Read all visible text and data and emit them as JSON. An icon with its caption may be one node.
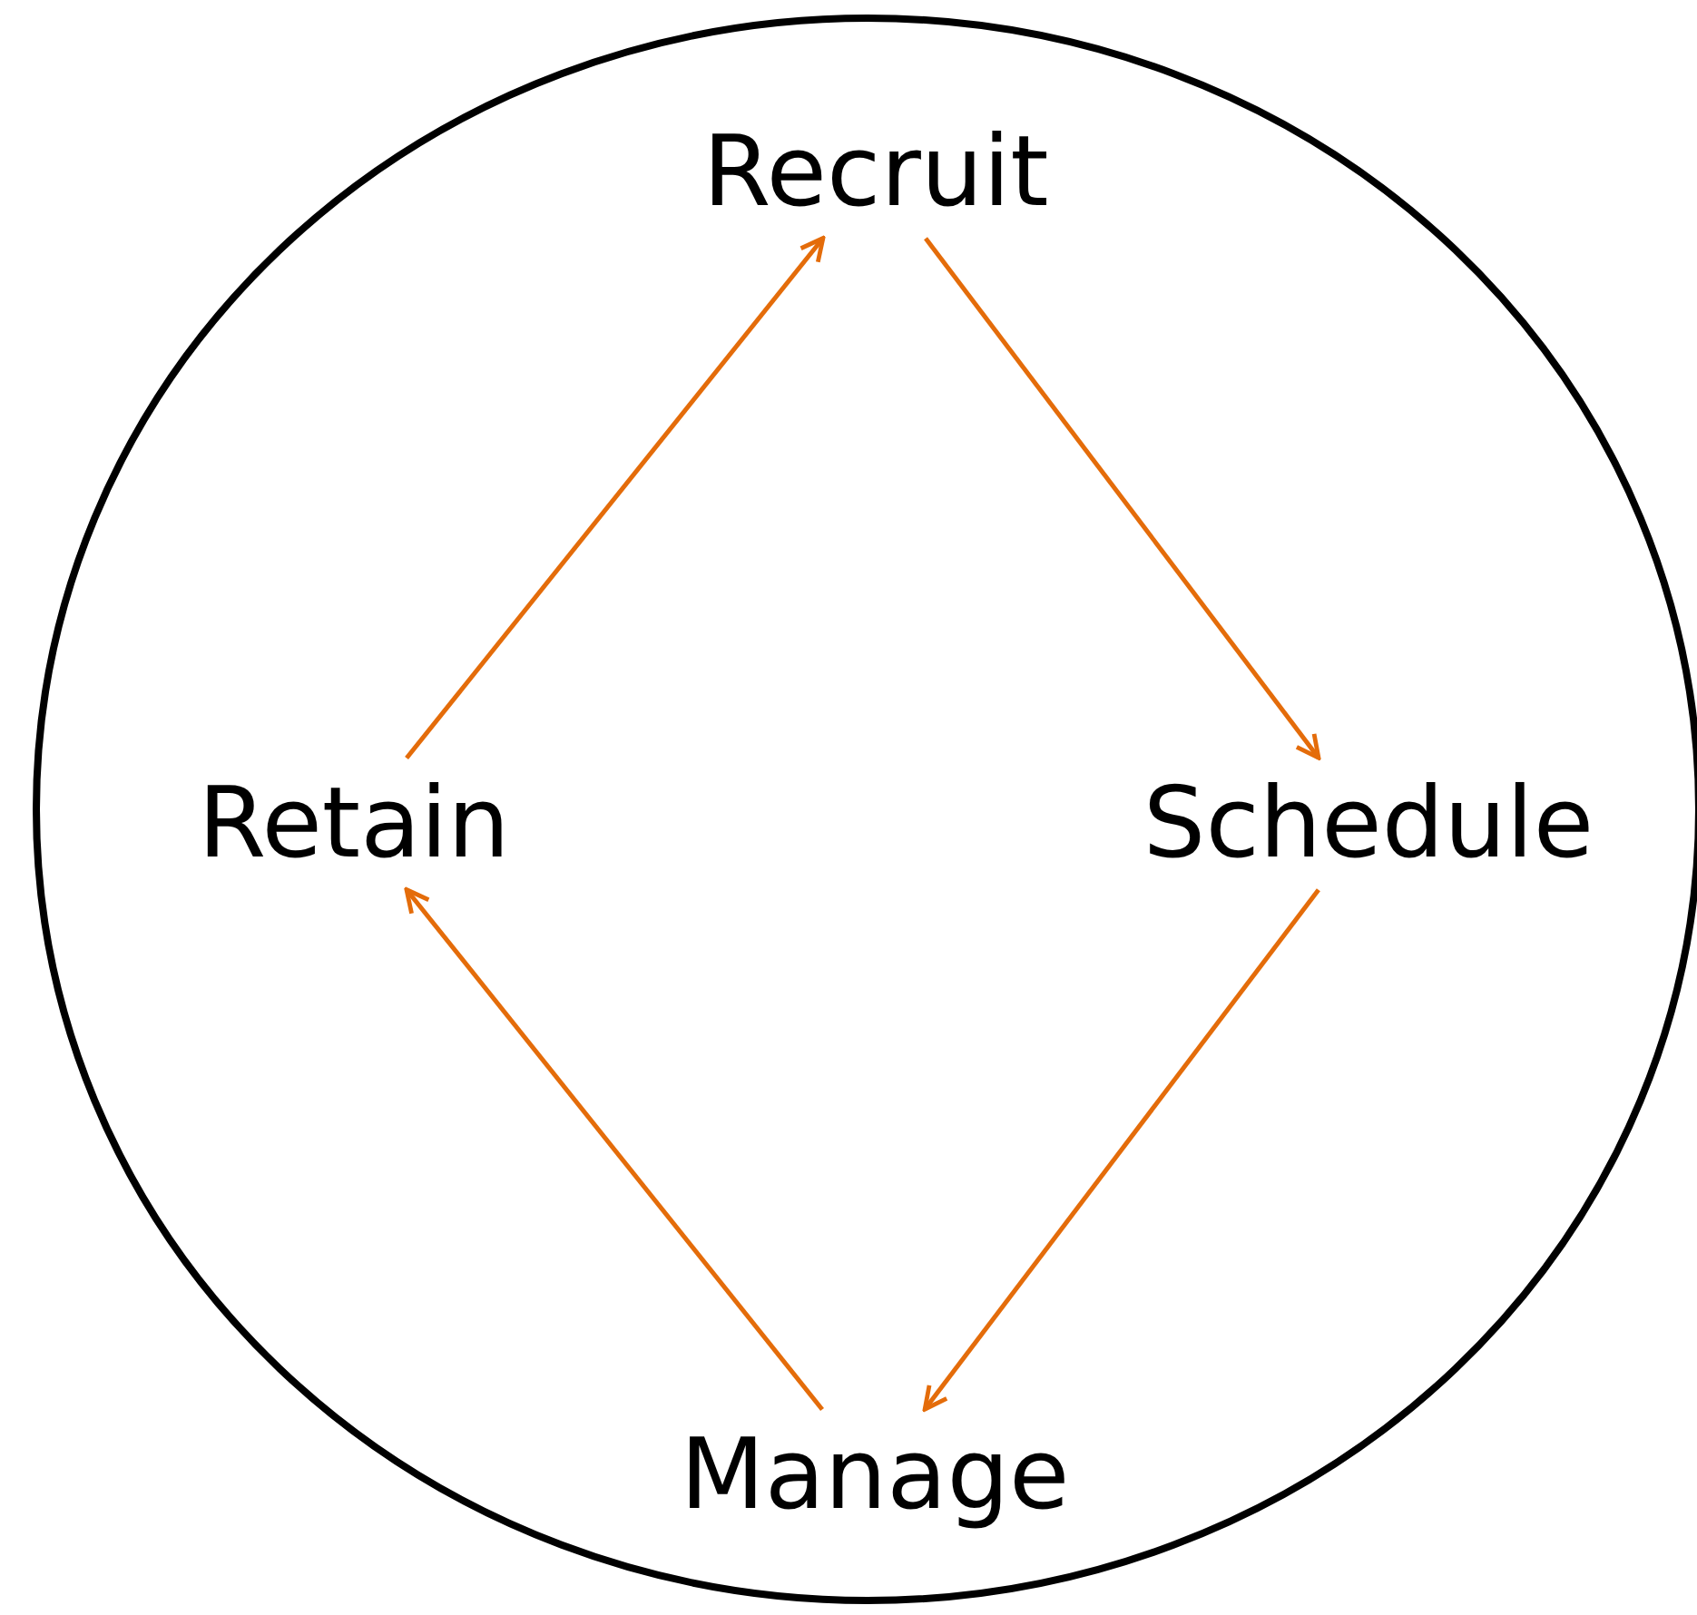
{
  "diagram": {
    "nodes": [
      {
        "text": [],
        "shape": "circle"
      },
      {
        "text": [
          "Recruit"
        ],
        "in": 0
      },
      {
        "text": [
          "Schedule"
        ],
        "in": 0
      },
      {
        "text": [
          "Manage"
        ],
        "in": 0
      },
      {
        "text": [
          "Retain"
        ],
        "in": 0
      }
    ],
    "edges": [
      {
        "from": 1,
        "to": 2,
        "arrow": "to"
      },
      {
        "from": 2,
        "to": 3,
        "arrow": "to"
      },
      {
        "from": 3,
        "to": 4,
        "arrow": "to"
      },
      {
        "from": 4,
        "to": 1,
        "arrow": "to"
      }
    ]
  }
}
